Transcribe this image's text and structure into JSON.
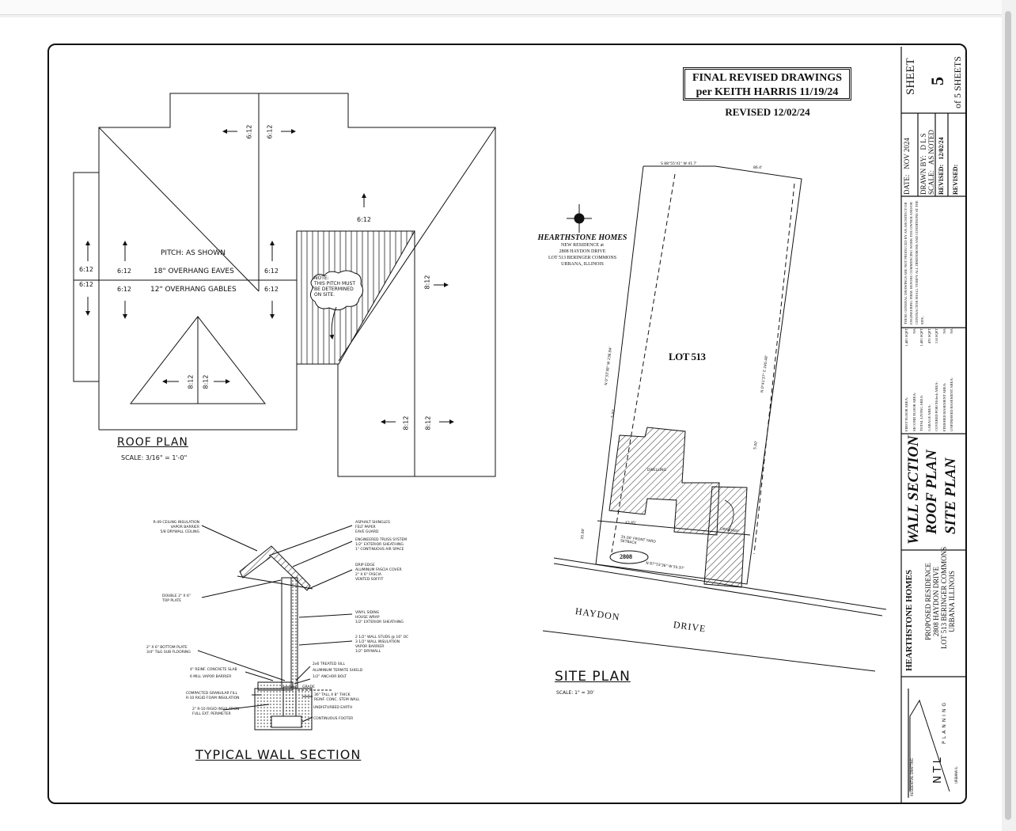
{
  "stamp": {
    "line1": "FINAL REVISED DRAWINGS",
    "line2": "per KEITH HARRIS  11/19/24"
  },
  "revised_note": "REVISED  12/02/24",
  "roof_plan": {
    "title": "ROOF PLAN",
    "scale": "SCALE: 3/16\" = 1'-0\"",
    "pitch_line": "PITCH: AS SHOWN",
    "eaves_line": "18\" OVERHANG EAVES",
    "gables_line": "12\" OVERHANG GABLES",
    "note": [
      "NOTE:",
      "THIS PITCH MUST",
      "BE DETERMINED",
      "ON SITE."
    ],
    "pitch": "6:12",
    "pitch_steep": "8:12"
  },
  "wall_section": {
    "title": "TYPICAL WALL SECTION",
    "left_labels": [
      "R-49 CEILING INSULATION",
      "VAPOR BARRIER",
      "5/8 DRYWALL CEILING",
      "DOUBLE 2\" X 6\"",
      "TOP PLATE",
      "2\" X 6\" BOTTOM PLATE",
      "3/4\" T&G SUB FLOORING",
      "4\" REINF. CONCRETE SLAB",
      "6 MILL VAPOR BARRIER",
      "COMPACTED GRANULAR FILL",
      "R-10 RIGID FOAM INSULATION",
      "2\" R-10 RIGID INSULATION",
      "FULL EXT. PERIMETER"
    ],
    "right_labels": [
      "ASPHALT SHINGLES",
      "FELT PAPER",
      "EAVE GUARD",
      "ENGINEERED TRUSS SYSTEM",
      "1/2\" EXTERIOR SHEATHING",
      "1\" CONTINUOUS AIR SPACE",
      "DRIP EDGE",
      "ALUMINUM FASCIA COVER",
      "2\" X 6\" FASCIA",
      "VENTED SOFFIT",
      "VINYL SIDING",
      "HOUSE WRAP",
      "1/2\" EXTERIOR SHEATHING",
      "2 1/2\" WALL STUDS @ 16\" OC",
      "3 1/2\" WALL INSULATION",
      "VAPOR BARRIER",
      "1/2\" DRYWALL",
      "2x6 TREATED SILL",
      "ALUMINUM TERMITE SHIELD",
      "1/2\" ANCHOR BOLT",
      "GRADE",
      "36\" TALL X 8\" THICK",
      "REINF. CONC. STEM WALL",
      "UNDISTURBED EARTH",
      "CONTINUOUS FOOTER"
    ]
  },
  "site_plan": {
    "title": "SITE PLAN",
    "scale": "SCALE: 1\" = 30'",
    "lot": "LOT 513",
    "street_a": "HAYDON",
    "street_b": "DRIVE",
    "house_number": "2808",
    "setback": "35.00' FRONT YARD SETBACK",
    "dims": [
      "S 88°55'41\" W 41.7'",
      "86.4'",
      "N 0°33'38\" W 236.84'",
      "N 0°41'37\" E 240.48'",
      "N 87°53'36\" W 55.97'",
      "5.00'",
      "35.00'",
      "43.85'",
      "DWELLING",
      "DRIVEWAY"
    ]
  },
  "company": {
    "name": "HEARTHSTONE HOMES",
    "line1": "NEW RESIDENCE at",
    "line2": "2808 HAYDON DRIVE",
    "line3": "LOT 513 BERINGER COMMONS",
    "line4": "URBANA, ILLINOIS"
  },
  "title_block": {
    "sheet_label": "SHEET",
    "sheet_number": "5",
    "sheets_total": "of  5  SHEETS",
    "date_label": "DATE:",
    "date": "NOV  2024",
    "drawn_label": "DRAWN BY:",
    "drawn": "D L S",
    "scale_label": "SCALE:",
    "scale": "AS NOTED",
    "revised_label": "REVISED:",
    "revised": "12/02/24",
    "revised2_label": "REVISED:",
    "revised2": "",
    "disclaimer": "THESE GENERAL DRAWINGS ARE NOT PRODUCED BY AN ARCHITECT OR ENGINEERING FIRM. BEFORE COMMENCING WORK THE OWNER AND/OR CONTRACTOR SHALL VERIFY ALL DIMENSIONS AND CONDITIONS AT THE SITE.",
    "areas": [
      {
        "label": "FIRST FLOOR AREA:",
        "value": "1,485 SQFT"
      },
      {
        "label": "SECOND FLOOR AREA:",
        "value": "NA"
      },
      {
        "label": "TOTAL LIVING AREA:",
        "value": "1,485 SQFT"
      },
      {
        "label": "GARAGE AREA:",
        "value": "470 SQFT"
      },
      {
        "label": "COVERED PORCH/deck AREA:",
        "value": "114 SQFT"
      },
      {
        "label": "FINISHED BASEMENT AREA:",
        "value": "NA"
      },
      {
        "label": "UNFINISHED BASEMENT AREA:",
        "value": "NA"
      }
    ],
    "sheet_contents": [
      "WALL SECTION",
      "ROOF PLAN",
      "SITE PLAN"
    ],
    "builder": "HEARTHSTONE HOMES",
    "project": [
      "PROPOSED RESIDENCE",
      "2808 HAYDON DRIVE",
      "LOT 513 BERINGER COMMONS",
      "URBANA ILLINOIS"
    ],
    "planner_name": "NTL",
    "planner_word": "PLANNING",
    "planner_sub": "RESIDENTIAL DRAFTING",
    "planner_addr": "URBANA IL"
  }
}
